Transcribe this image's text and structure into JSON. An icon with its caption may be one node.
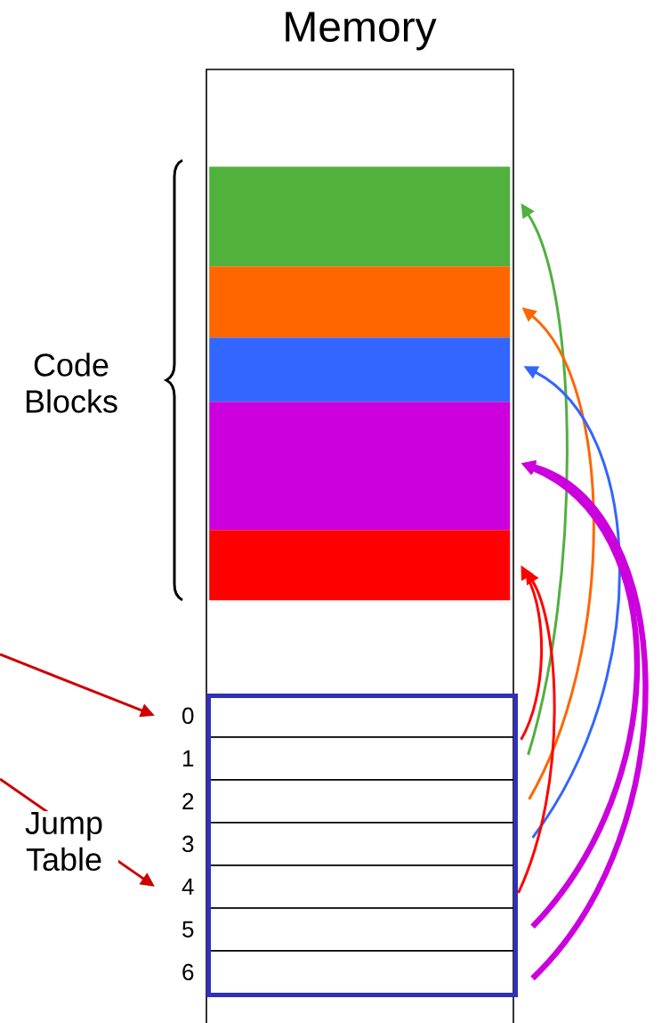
{
  "diagram": {
    "nodes": [
      {
        "text": [
          "Memory"
        ]
      },
      {
        "text": [],
        "shape": "bar",
        "in": 0
      },
      {
        "text": [],
        "shape": "bar",
        "in": 0
      },
      {
        "text": [],
        "shape": "bar",
        "in": 0
      },
      {
        "text": [],
        "shape": "bar",
        "in": 0
      },
      {
        "text": [],
        "shape": "bar",
        "in": 0
      },
      {
        "text": [],
        "shape": "box",
        "in": 0
      },
      {
        "text": [
          "0"
        ],
        "in": 6
      },
      {
        "text": [
          "1"
        ],
        "in": 6
      },
      {
        "text": [
          "2"
        ],
        "in": 6
      },
      {
        "text": [
          "3"
        ],
        "in": 6
      },
      {
        "text": [
          "4"
        ],
        "in": 6
      },
      {
        "text": [
          "5"
        ],
        "in": 6
      },
      {
        "text": [
          "6"
        ],
        "in": 6
      }
    ],
    "edges": [
      {
        "from": null,
        "to": 7,
        "arrow": "to",
        "color": "#cc0000"
      },
      {
        "from": null,
        "to": 11,
        "arrow": "to",
        "color": "#cc0000"
      },
      {
        "from": 7,
        "to": 5,
        "arrow": "to",
        "color": "#ff0000"
      },
      {
        "from": 8,
        "to": 1,
        "arrow": "to",
        "color": "#50b040"
      },
      {
        "from": 9,
        "to": 2,
        "arrow": "to",
        "color": "#ff6600"
      },
      {
        "from": 10,
        "to": 3,
        "arrow": "to",
        "color": "#3366ff"
      },
      {
        "from": 11,
        "to": 5,
        "arrow": "to",
        "color": "#ff0000"
      },
      {
        "from": 12,
        "to": 4,
        "arrow": "to",
        "color": "#cc00dd",
        "style": "thick"
      },
      {
        "from": 13,
        "to": 4,
        "arrow": "to",
        "color": "#cc00dd",
        "style": "thick"
      }
    ],
    "labels": [
      "Code Blocks",
      "Jump Table"
    ]
  }
}
